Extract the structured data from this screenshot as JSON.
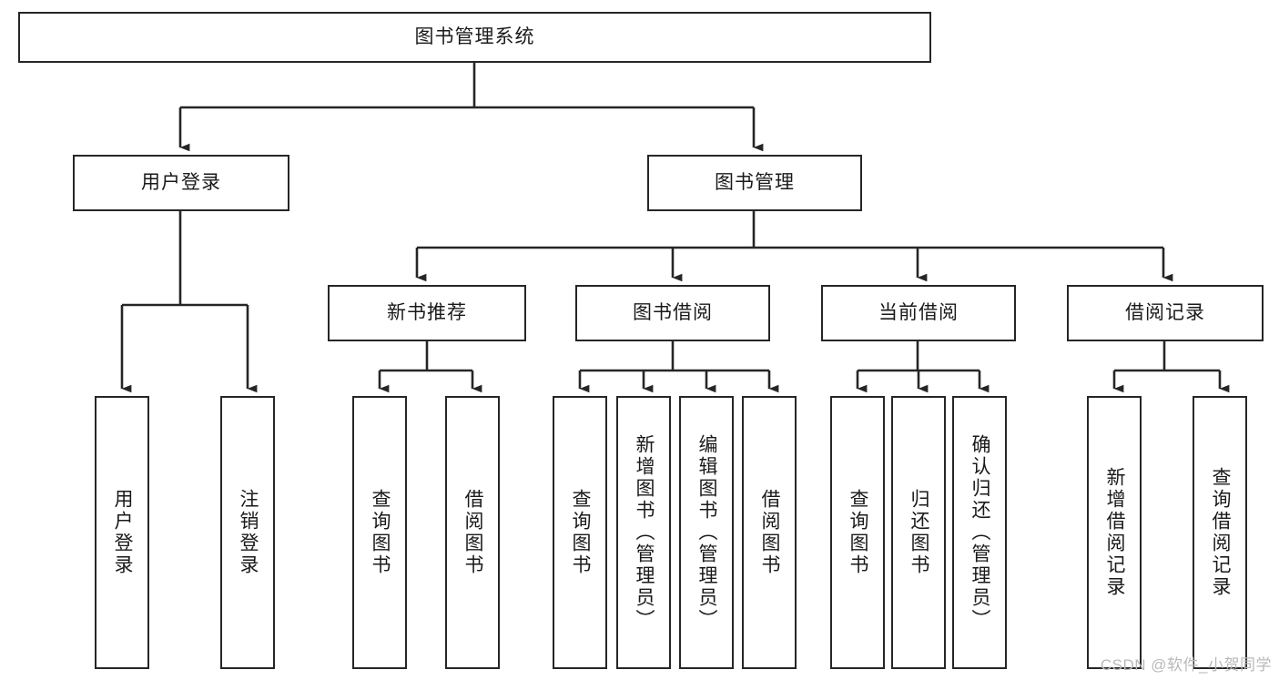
{
  "diagram": {
    "title": "图书管理系统",
    "type": "hierarchy-tree",
    "watermark": "CSDN @软件_小贺同学",
    "colors": {
      "box_border": "#262626",
      "box_fill": "#ffffff",
      "connector": "#262626",
      "text": "#1a1a1a",
      "watermark": "#b9b9b9"
    },
    "nodes": {
      "root": {
        "label": "图书管理系统",
        "level": 0
      },
      "user_login": {
        "label": "用户登录",
        "level": 1
      },
      "book_manage": {
        "label": "图书管理",
        "level": 1
      },
      "new_book_rec": {
        "label": "新书推荐",
        "level": 2
      },
      "book_borrow": {
        "label": "图书借阅",
        "level": 2
      },
      "current_borrow": {
        "label": "当前借阅",
        "level": 2
      },
      "borrow_record": {
        "label": "借阅记录",
        "level": 2
      },
      "leaf_user_login": {
        "label": "用户登录",
        "level": 3
      },
      "leaf_logout": {
        "label": "注销登录",
        "level": 3
      },
      "leaf_query_book_1": {
        "label": "查询图书",
        "level": 3
      },
      "leaf_borrow_book_1": {
        "label": "借阅图书",
        "level": 3
      },
      "leaf_query_book_2": {
        "label": "查询图书",
        "level": 3
      },
      "leaf_add_book": {
        "label": "新增图书（管理员）",
        "level": 3
      },
      "leaf_edit_book": {
        "label": "编辑图书（管理员）",
        "level": 3
      },
      "leaf_borrow_book_2": {
        "label": "借阅图书",
        "level": 3
      },
      "leaf_query_book_3": {
        "label": "查询图书",
        "level": 3
      },
      "leaf_return_book": {
        "label": "归还图书",
        "level": 3
      },
      "leaf_confirm_return": {
        "label": "确认归还（管理员）",
        "level": 3
      },
      "leaf_add_record": {
        "label": "新增借阅记录",
        "level": 3
      },
      "leaf_query_record": {
        "label": "查询借阅记录",
        "level": 3
      }
    },
    "edges": [
      {
        "from": "root",
        "to": "user_login"
      },
      {
        "from": "root",
        "to": "book_manage"
      },
      {
        "from": "book_manage",
        "to": "new_book_rec"
      },
      {
        "from": "book_manage",
        "to": "book_borrow"
      },
      {
        "from": "book_manage",
        "to": "current_borrow"
      },
      {
        "from": "book_manage",
        "to": "borrow_record"
      },
      {
        "from": "user_login",
        "to": "leaf_user_login"
      },
      {
        "from": "user_login",
        "to": "leaf_logout"
      },
      {
        "from": "new_book_rec",
        "to": "leaf_query_book_1"
      },
      {
        "from": "new_book_rec",
        "to": "leaf_borrow_book_1"
      },
      {
        "from": "book_borrow",
        "to": "leaf_query_book_2"
      },
      {
        "from": "book_borrow",
        "to": "leaf_add_book"
      },
      {
        "from": "book_borrow",
        "to": "leaf_edit_book"
      },
      {
        "from": "book_borrow",
        "to": "leaf_borrow_book_2"
      },
      {
        "from": "current_borrow",
        "to": "leaf_query_book_3"
      },
      {
        "from": "current_borrow",
        "to": "leaf_return_book"
      },
      {
        "from": "current_borrow",
        "to": "leaf_confirm_return"
      },
      {
        "from": "borrow_record",
        "to": "leaf_add_record"
      },
      {
        "from": "borrow_record",
        "to": "leaf_query_record"
      }
    ]
  }
}
